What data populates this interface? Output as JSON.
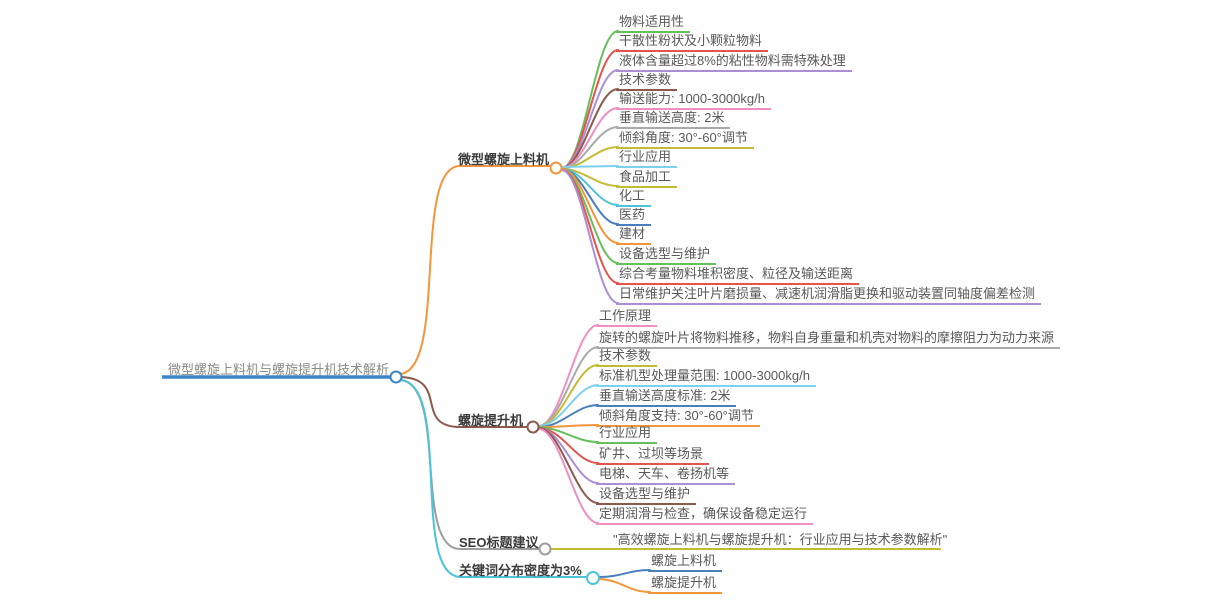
{
  "root": {
    "label": "微型螺旋上料机与螺旋提升机技术解析",
    "color": "#3d86c8"
  },
  "branches": [
    {
      "label": "微型螺旋上料机",
      "color": "#f2963c",
      "children": [
        {
          "label": "物料适用性",
          "color": "#67bf5b"
        },
        {
          "label": "干散性粉状及小颗粒物料",
          "color": "#e5534b"
        },
        {
          "label": "液体含量超过8%的粘性物料需特殊处理",
          "color": "#ab8ed6"
        },
        {
          "label": "技术参数",
          "color": "#8d5a4e"
        },
        {
          "label": "输送能力: 1000-3000kg/h",
          "color": "#ef8fc2"
        },
        {
          "label": "垂直输送高度: 2米",
          "color": "#a9a9a9"
        },
        {
          "label": "倾斜角度: 30°-60°调节",
          "color": "#c4ba35"
        },
        {
          "label": "行业应用",
          "color": "#7ed0ec"
        },
        {
          "label": "食品加工",
          "color": "#c4ba35"
        },
        {
          "label": "化工",
          "color": "#4cc3d9"
        },
        {
          "label": "医药",
          "color": "#4a7fbe"
        },
        {
          "label": "建材",
          "color": "#f2963c"
        },
        {
          "label": "设备选型与维护",
          "color": "#67bf5b"
        },
        {
          "label": "综合考量物料堆积密度、粒径及输送距离",
          "color": "#e5534b"
        },
        {
          "label": "日常维护关注叶片磨损量、减速机润滑脂更换和驱动装置同轴度偏差检测",
          "color": "#ab8ed6"
        }
      ]
    },
    {
      "label": "螺旋提升机",
      "color": "#8d5a4e",
      "children": [
        {
          "label": "工作原理",
          "color": "#ef8fc2"
        },
        {
          "label": "旋转的螺旋叶片将物料推移，物料自身重量和机壳对物料的摩擦阻力为动力来源",
          "color": "#a9a9a9"
        },
        {
          "label": "技术参数",
          "color": "#c4ba35"
        },
        {
          "label": "标准机型处理量范围: 1000-3000kg/h",
          "color": "#7ed0ec"
        },
        {
          "label": "垂直输送高度标准: 2米",
          "color": "#4a7fbe"
        },
        {
          "label": "倾斜角度支持: 30°-60°调节",
          "color": "#f2963c"
        },
        {
          "label": "行业应用",
          "color": "#67bf5b"
        },
        {
          "label": "矿井、过坝等场景",
          "color": "#e5534b"
        },
        {
          "label": "电梯、天车、卷扬机等",
          "color": "#ab8ed6"
        },
        {
          "label": "设备选型与维护",
          "color": "#8d5a4e"
        },
        {
          "label": "定期润滑与检查，确保设备稳定运行",
          "color": "#ef8fc2"
        }
      ]
    },
    {
      "label": "SEO标题建议",
      "color": "#9e9e9e",
      "children": [
        {
          "label": "\"高效螺旋上料机与螺旋提升机：行业应用与技术参数解析\"",
          "color": "#c4ba35"
        }
      ]
    },
    {
      "label": "关键词分布密度为3%",
      "color": "#4cc3d9",
      "children": [
        {
          "label": "螺旋上料机",
          "color": "#4a7fbe"
        },
        {
          "label": "螺旋提升机",
          "color": "#f2963c"
        }
      ]
    }
  ]
}
